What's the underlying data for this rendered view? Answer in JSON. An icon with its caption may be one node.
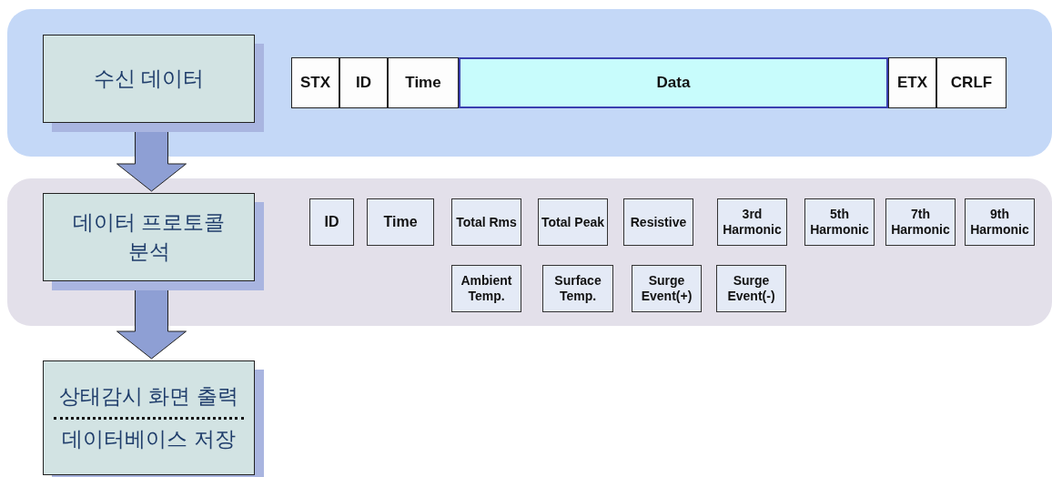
{
  "diagram": {
    "nodes": [
      {
        "text": [],
        "shape": "band"
      },
      {
        "text": [
          "수신 데이터"
        ],
        "in": 0
      },
      {
        "text": [
          "STX"
        ],
        "in": 0
      },
      {
        "text": [
          "ID"
        ],
        "in": 0
      },
      {
        "text": [
          "Time"
        ],
        "in": 0
      },
      {
        "text": [
          "Data"
        ],
        "in": 0
      },
      {
        "text": [
          "ETX"
        ],
        "in": 0
      },
      {
        "text": [
          "CRLF"
        ],
        "in": 0
      },
      {
        "text": [],
        "shape": "band"
      },
      {
        "text": [
          "데이터 프로토콜 분석"
        ],
        "in": 8
      },
      {
        "text": [
          "ID"
        ],
        "in": 8
      },
      {
        "text": [
          "Time"
        ],
        "in": 8
      },
      {
        "text": [
          "Total Rms"
        ],
        "in": 8
      },
      {
        "text": [
          "Total Peak"
        ],
        "in": 8
      },
      {
        "text": [
          "Resistive"
        ],
        "in": 8
      },
      {
        "text": [
          "3rd Harmonic"
        ],
        "in": 8
      },
      {
        "text": [
          "5th Harmonic"
        ],
        "in": 8
      },
      {
        "text": [
          "7th Harmonic"
        ],
        "in": 8
      },
      {
        "text": [
          "9th Harmonic"
        ],
        "in": 8
      },
      {
        "text": [
          "Ambient Temp."
        ],
        "in": 8
      },
      {
        "text": [
          "Surface Temp."
        ],
        "in": 8
      },
      {
        "text": [
          "Surge Event(+)"
        ],
        "in": 8
      },
      {
        "text": [
          "Surge Event(-)"
        ],
        "in": 8
      },
      {
        "text": [
          "상태감시 화면 출력",
          "데이터베이스 저장"
        ]
      }
    ],
    "edges": [
      {
        "from": 1,
        "to": 9,
        "arrow": "to"
      },
      {
        "from": 9,
        "to": 23,
        "arrow": "to"
      }
    ]
  }
}
